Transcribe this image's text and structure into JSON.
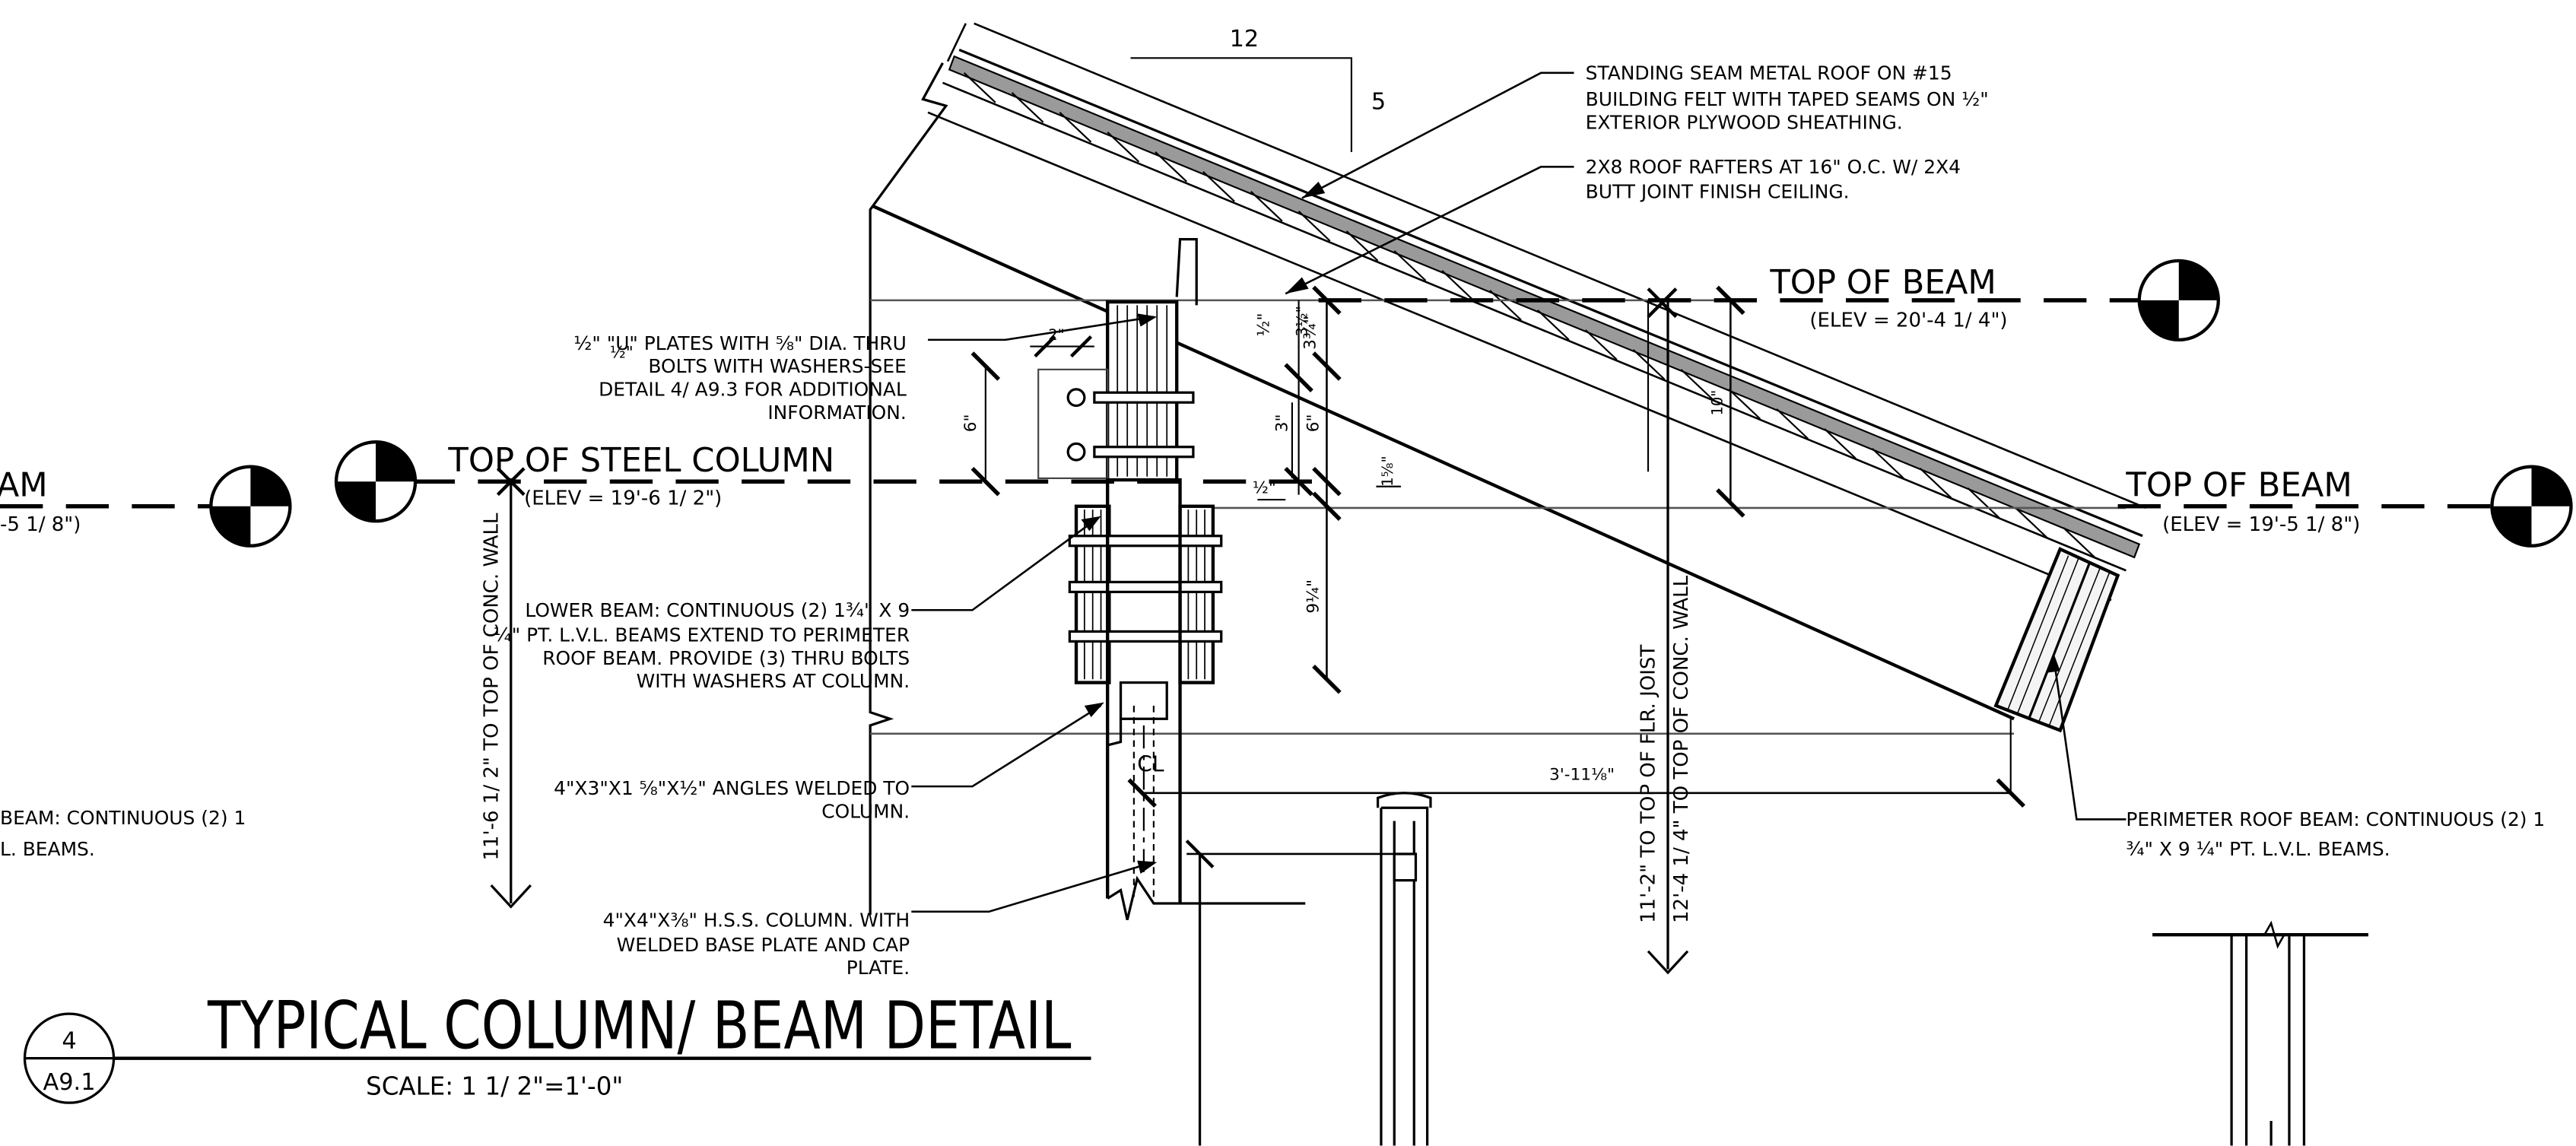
{
  "slope": {
    "rise": "5",
    "run": "12"
  },
  "notes": {
    "roof": [
      "STANDING SEAM METAL ROOF ON #15",
      "BUILDING FELT WITH TAPED SEAMS ON ½\"",
      "EXTERIOR PLYWOOD SHEATHING."
    ],
    "rafters": [
      "2X8 ROOF RAFTERS AT 16\" O.C. W/ 2X4",
      "BUTT JOINT FINISH CEILING."
    ],
    "u_plates": [
      "½\" \"U\" PLATES WITH ⅝\" DIA. THRU",
      "BOLTS WITH WASHERS-SEE",
      "DETAIL 4/ A9.3 FOR ADDITIONAL",
      "INFORMATION."
    ],
    "lower_beam": [
      "LOWER BEAM: CONTINUOUS (2) 1¾\" X 9",
      "¼\" PT. L.V.L. BEAMS EXTEND TO PERIMETER",
      "ROOF BEAM. PROVIDE (3) THRU BOLTS",
      "WITH WASHERS AT COLUMN."
    ],
    "angles": [
      "4\"X3\"X1 ⅝\"X½\" ANGLES WELDED TO",
      "COLUMN."
    ],
    "hss": [
      "4\"X4\"X⅜\" H.S.S. COLUMN. WITH",
      "WELDED BASE PLATE AND CAP",
      "PLATE."
    ],
    "perimeter": [
      "PERIMETER ROOF BEAM: CONTINUOUS (2) 1",
      "¾\" X 9 ¼\" PT. L.V.L. BEAMS."
    ],
    "left_beam": [
      "BEAM: CONTINUOUS (2) 1",
      "L. BEAMS."
    ]
  },
  "levels": {
    "top_beam_upper": {
      "label": "TOP OF BEAM",
      "elev": "(ELEV = 20'-4 1/ 4\")"
    },
    "top_steel_column": {
      "label": "TOP OF STEEL COLUMN",
      "elev": "(ELEV = 19'-6 1/ 2\")"
    },
    "top_beam_right": {
      "label": "TOP OF BEAM",
      "elev": "(ELEV = 19'-5 1/ 8\")"
    },
    "left_edge": {
      "label": "AM",
      "elev": "-5 1/ 8\")"
    }
  },
  "dimensions": {
    "conc_wall_left": "11'-6 1/ 2\" TO TOP OF CONC. WALL",
    "flr_joist": "11'-2\" TO TOP OF FLR. JOIST",
    "conc_wall_right": "12'-4 1/ 4\" TO TOP OF CONC. WALL",
    "horiz": "3'-11⅛\"",
    "d_6a": "6\"",
    "d_6b": "6\"",
    "d_3": "3\"",
    "d_half_a": "½\"",
    "d_half_b": "½\"",
    "d_half_c": "½\"",
    "d_3_3_4": "3¾\"",
    "d_9_1_4": "9¼\"",
    "d_1_5_8": "1⅝\"",
    "d_3_1_2": "3½\"",
    "d_10": "10\"",
    "d_2": "2\"",
    "centerline": "CL"
  },
  "title": {
    "detail_number": "4",
    "sheet": "A9.1",
    "name": "TYPICAL COLUMN/ BEAM DETAIL",
    "scale": "SCALE: 1 1/ 2\"=1'-0\""
  }
}
